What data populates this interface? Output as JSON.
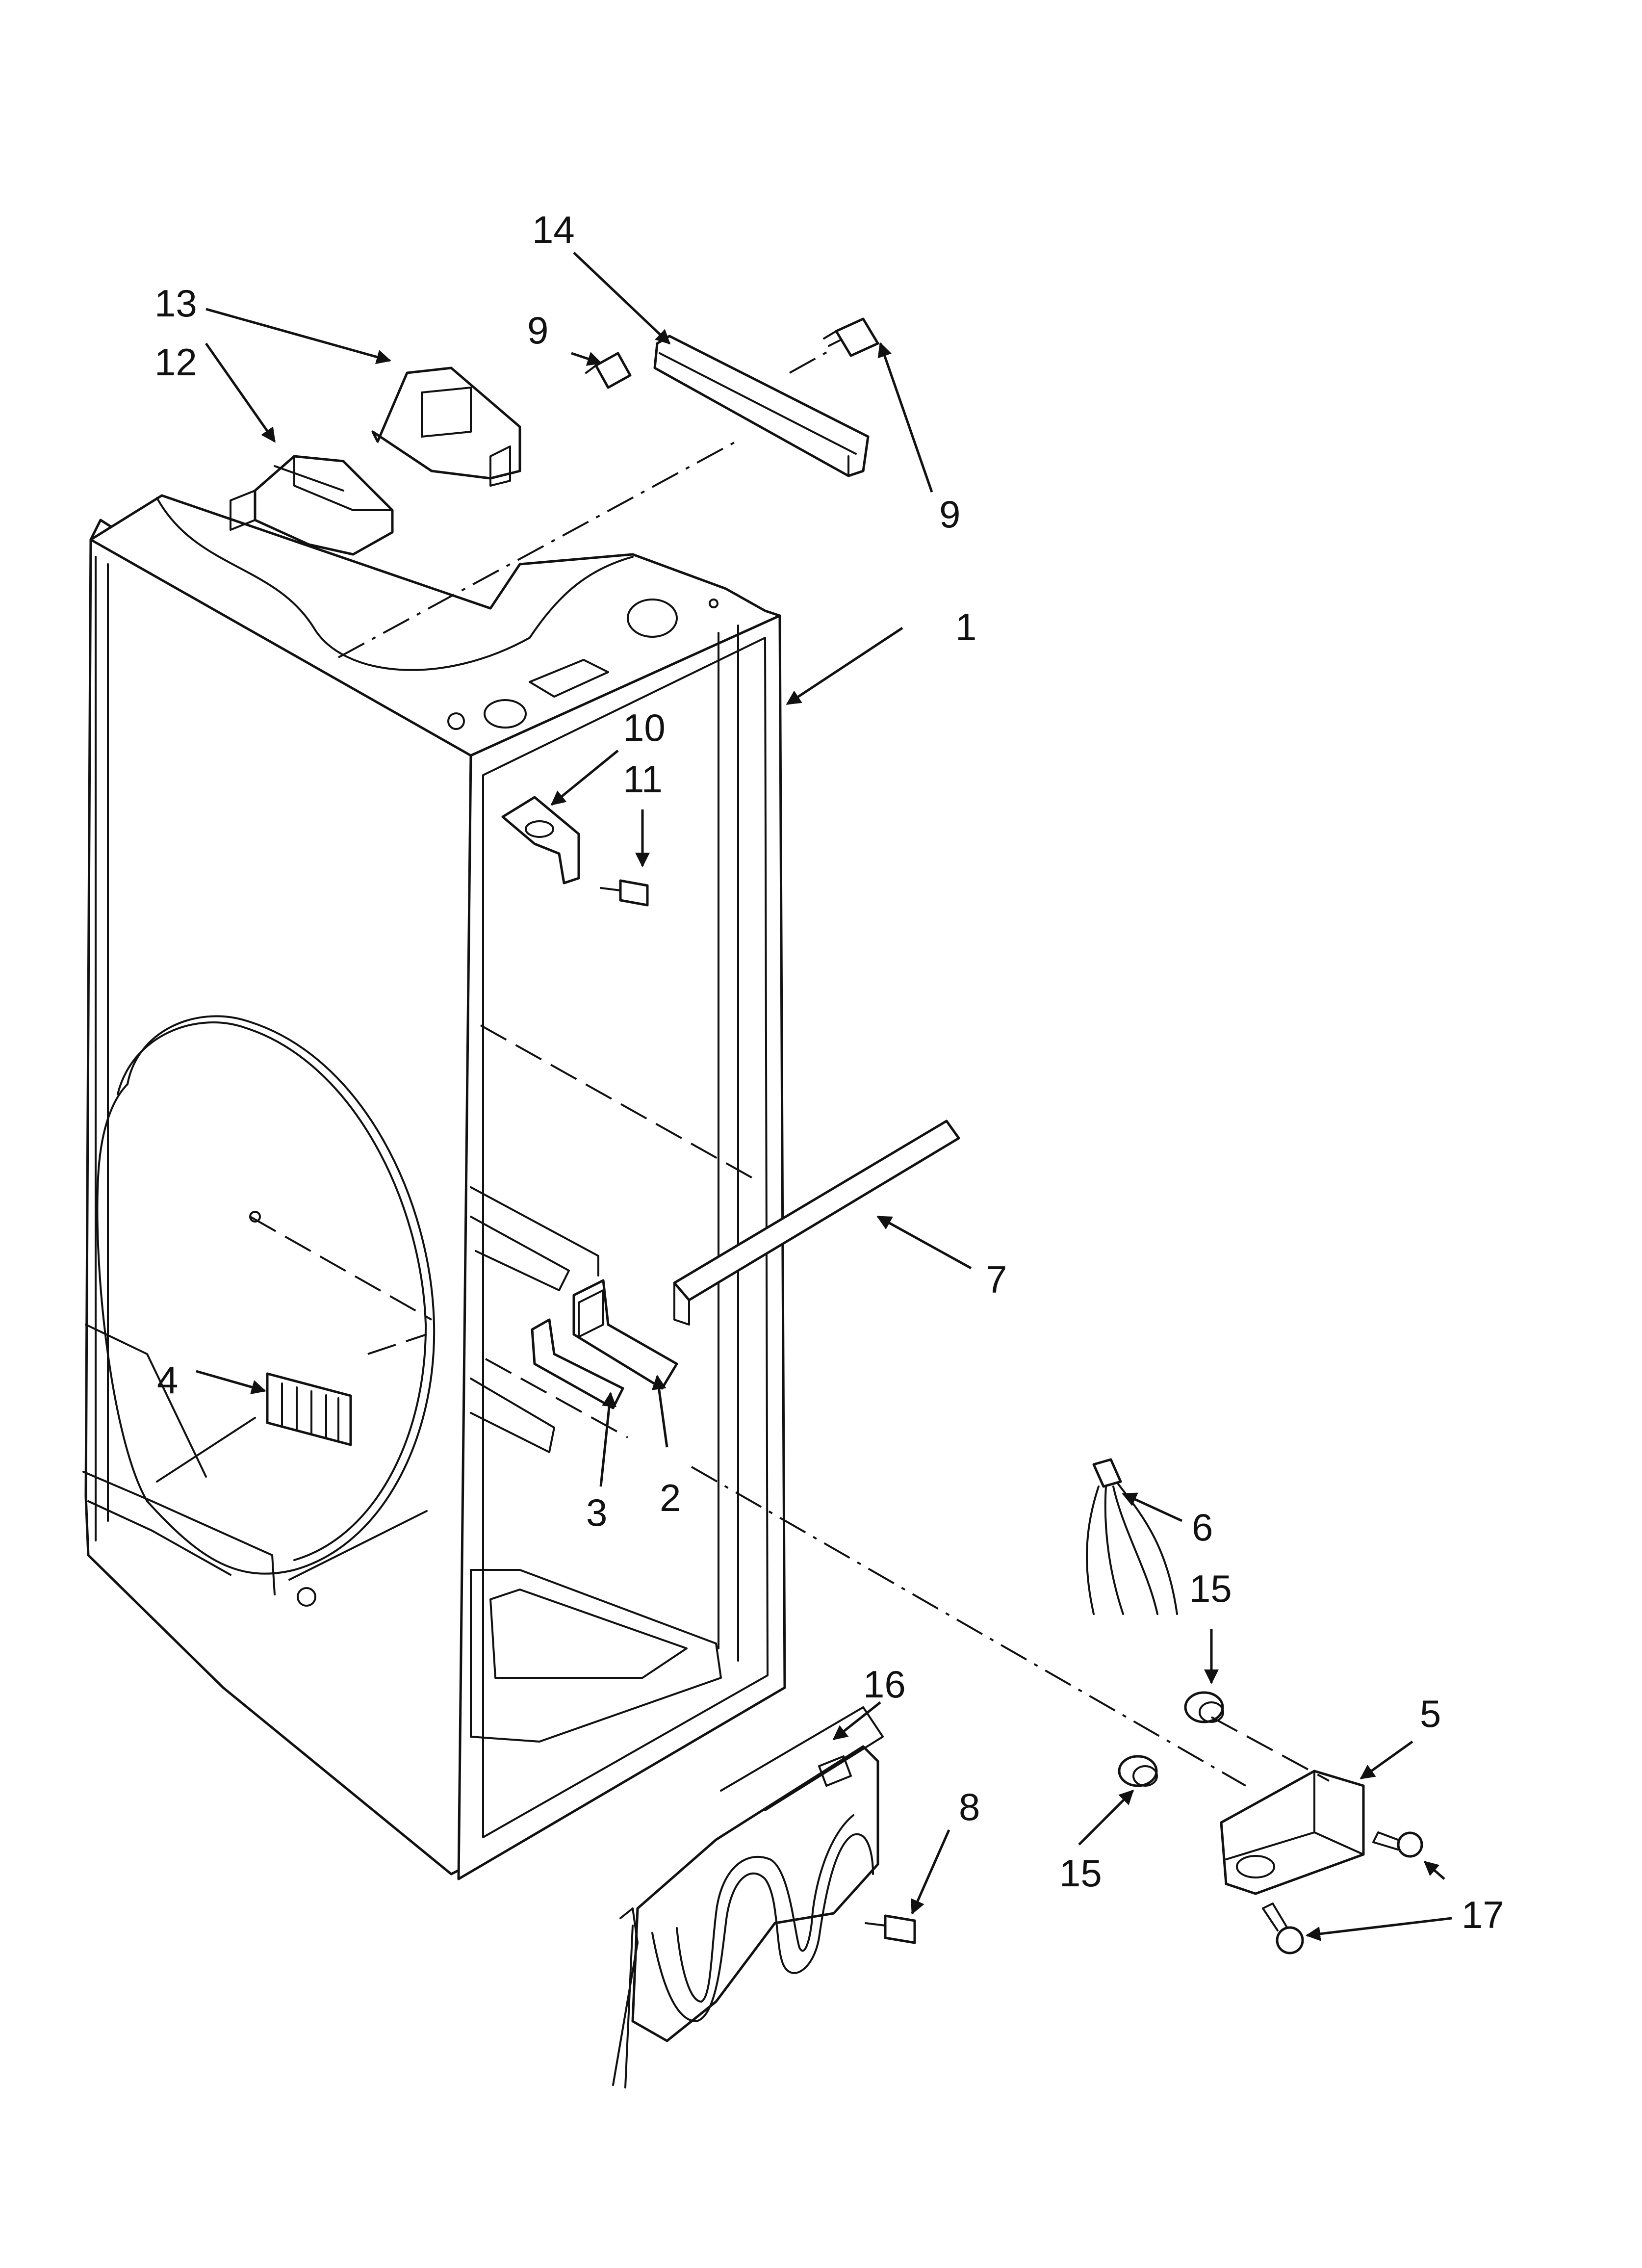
{
  "callouts": {
    "c1": "1",
    "c2": "2",
    "c3": "3",
    "c4": "4",
    "c5": "5",
    "c6": "6",
    "c7": "7",
    "c8": "8",
    "c9a": "9",
    "c9b": "9",
    "c10": "10",
    "c11": "11",
    "c12": "12",
    "c13": "13",
    "c14": "14",
    "c15a": "15",
    "c15b": "15",
    "c16": "16",
    "c17": "17"
  }
}
